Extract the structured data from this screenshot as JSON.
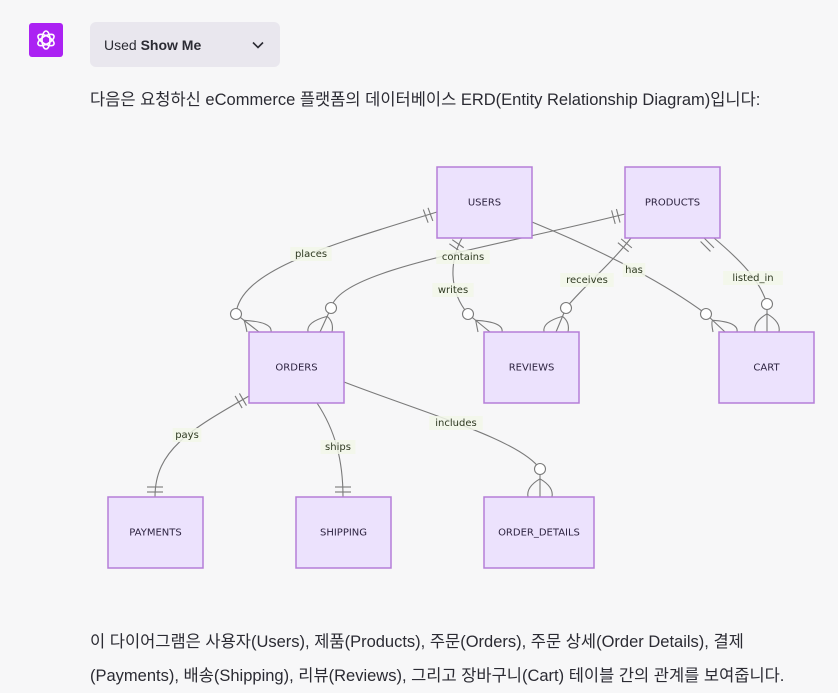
{
  "header": {
    "logo_icon": "openai-logo-icon",
    "tool_pill": {
      "prefix": "Used",
      "tool_name": "Show Me",
      "chevron_icon": "chevron-down-icon"
    }
  },
  "message": {
    "intro": "다음은 요청하신 eCommerce 플랫폼의 데이터베이스 ERD(Entity Relationship Diagram)입니다:",
    "outro": "이 다이어그램은 사용자(Users), 제품(Products), 주문(Orders), 주문 상세(Order Details), 결제(Payments), 배송(Shipping), 리뷰(Reviews), 그리고 장바구니(Cart) 테이블 간의 관계를 보여줍니다."
  },
  "diagram": {
    "entities": [
      {
        "id": "users",
        "label": "USERS"
      },
      {
        "id": "products",
        "label": "PRODUCTS"
      },
      {
        "id": "orders",
        "label": "ORDERS"
      },
      {
        "id": "reviews",
        "label": "REVIEWS"
      },
      {
        "id": "cart",
        "label": "CART"
      },
      {
        "id": "payments",
        "label": "PAYMENTS"
      },
      {
        "id": "shipping",
        "label": "SHIPPING"
      },
      {
        "id": "order_details",
        "label": "ORDER_DETAILS"
      }
    ],
    "relationships": [
      {
        "from": "users",
        "to": "orders",
        "label": "places",
        "from_card": "exactly-one",
        "to_card": "zero-or-many"
      },
      {
        "from": "users",
        "to": "reviews",
        "label": "writes",
        "from_card": "exactly-one",
        "to_card": "zero-or-many"
      },
      {
        "from": "users",
        "to": "cart",
        "label": "has",
        "from_card": "exactly-one",
        "to_card": "zero-or-many"
      },
      {
        "from": "products",
        "to": "orders",
        "label": "contains",
        "from_card": "exactly-one",
        "to_card": "zero-or-many"
      },
      {
        "from": "products",
        "to": "reviews",
        "label": "receives",
        "from_card": "exactly-one",
        "to_card": "zero-or-many"
      },
      {
        "from": "products",
        "to": "cart",
        "label": "listed_in",
        "from_card": "exactly-one",
        "to_card": "zero-or-many"
      },
      {
        "from": "orders",
        "to": "payments",
        "label": "pays",
        "from_card": "exactly-one",
        "to_card": "exactly-one"
      },
      {
        "from": "orders",
        "to": "shipping",
        "label": "ships",
        "from_card": "exactly-one",
        "to_card": "exactly-one"
      },
      {
        "from": "orders",
        "to": "order_details",
        "label": "includes",
        "from_card": "exactly-one",
        "to_card": "zero-or-many"
      }
    ]
  }
}
